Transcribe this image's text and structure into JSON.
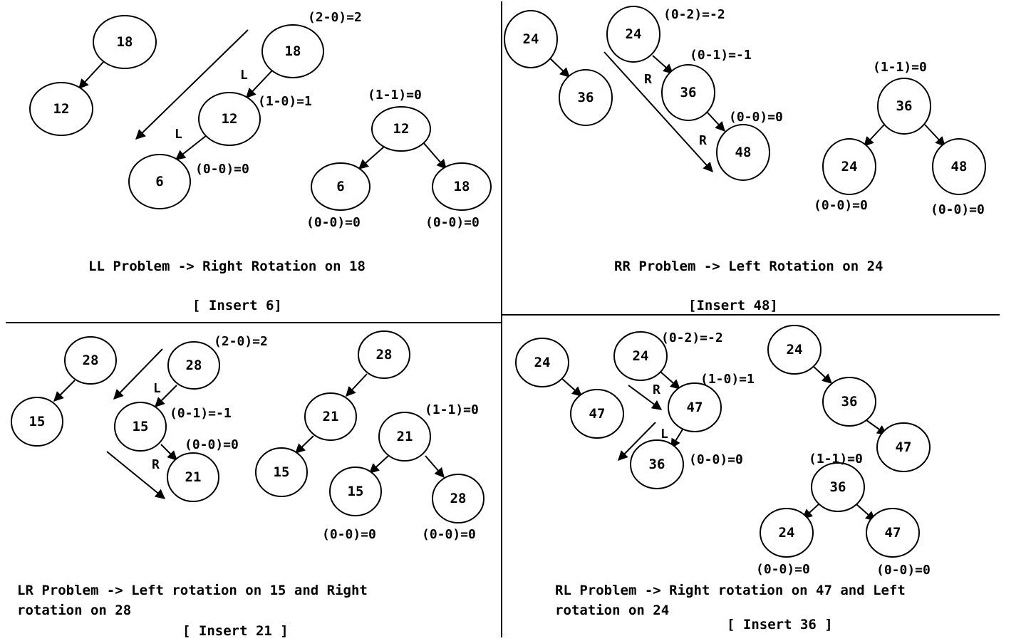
{
  "panels": [
    {
      "id": "ll",
      "title": "LL Problem -> Right Rotation on 18",
      "insert": "[ Insert 6]",
      "nodes": [
        "18",
        "12",
        "18",
        "12",
        "6",
        "12",
        "6",
        "18"
      ],
      "factors": [
        "(2-0)=2",
        "(1-0)=1",
        "(0-0)=0",
        "(1-1)=0",
        "(0-0)=0",
        "(0-0)=0"
      ],
      "dirs": [
        "L",
        "L"
      ]
    },
    {
      "id": "rr",
      "title": "RR Problem -> Left Rotation on 24",
      "insert": "[Insert 48]",
      "nodes": [
        "24",
        "36",
        "24",
        "36",
        "48",
        "36",
        "24",
        "48"
      ],
      "factors": [
        "(0-2)=-2",
        "(0-1)=-1",
        "(0-0)=0",
        "(1-1)=0",
        "(0-0)=0",
        "(0-0)=0"
      ],
      "dirs": [
        "R",
        "R"
      ]
    },
    {
      "id": "lr",
      "title_lines": [
        "LR Problem -> Left rotation on 15 and Right",
        "rotation on 28"
      ],
      "insert": "[ Insert 21 ]",
      "nodes": [
        "28",
        "15",
        "28",
        "15",
        "21",
        "28",
        "21",
        "15",
        "21",
        "15",
        "28"
      ],
      "factors": [
        "(2-0)=2",
        "(0-1)=-1",
        "(0-0)=0",
        "(1-1)=0",
        "(0-0)=0",
        "(0-0)=0"
      ],
      "dirs": [
        "L",
        "R"
      ]
    },
    {
      "id": "rl",
      "title_lines": [
        "RL Problem -> Right rotation on 47 and Left",
        "rotation on 24"
      ],
      "insert": "[ Insert 36 ]",
      "nodes": [
        "24",
        "47",
        "24",
        "47",
        "36",
        "24",
        "36",
        "47",
        "36",
        "24",
        "47"
      ],
      "factors": [
        "(0-2)=-2",
        "(1-0)=1",
        "(0-0)=0",
        "(1-1)=0",
        "(0-0)=0",
        "(0-0)=0"
      ],
      "dirs": [
        "R",
        "L"
      ]
    }
  ]
}
